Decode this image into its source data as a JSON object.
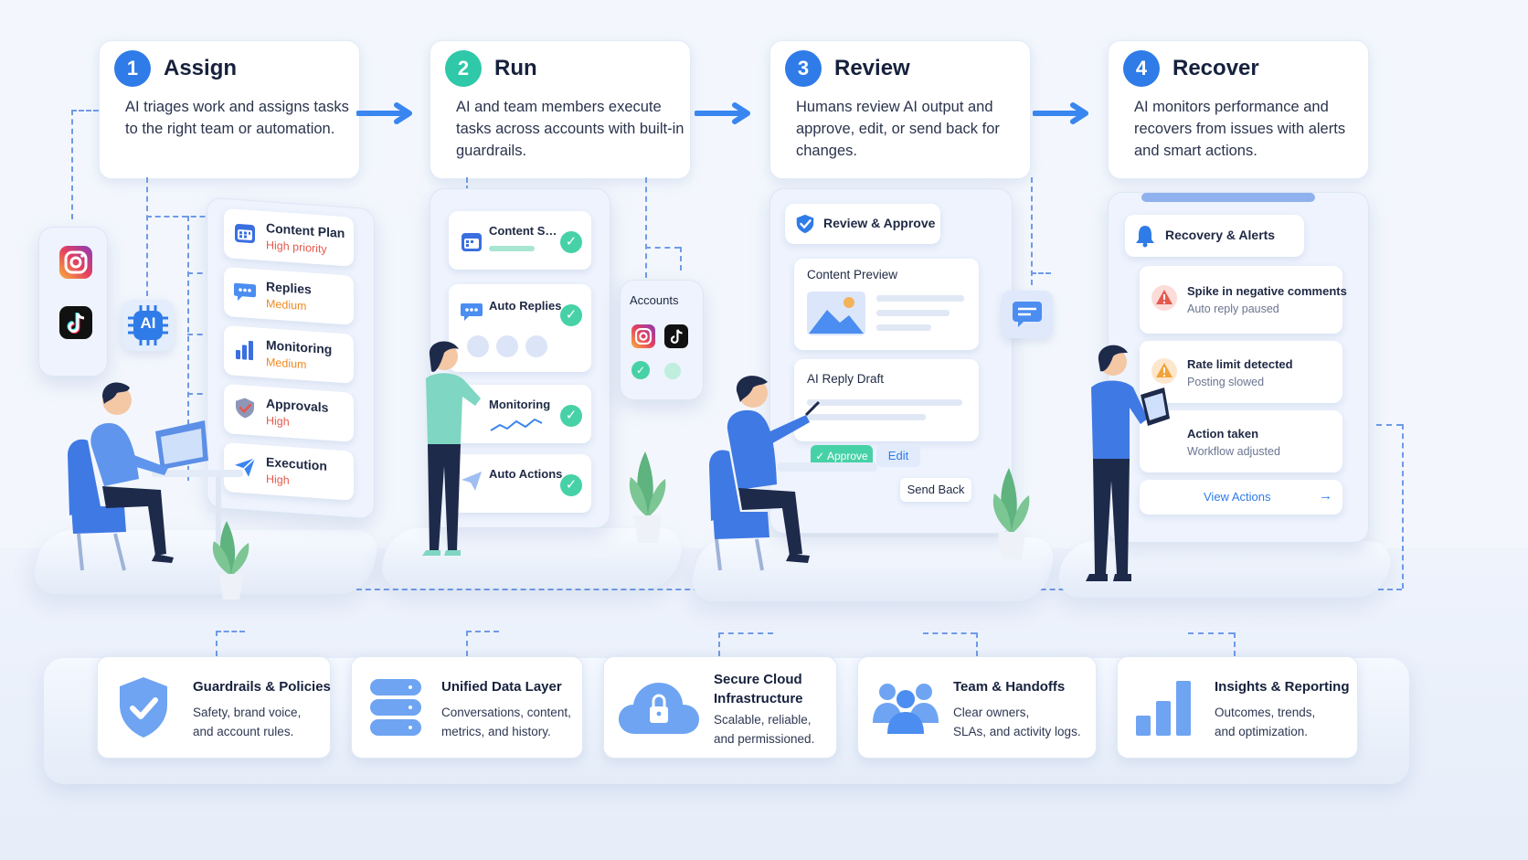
{
  "steps": [
    {
      "num": "1",
      "title": "Assign",
      "desc": "AI triages work and assigns tasks to the right team or automation."
    },
    {
      "num": "2",
      "title": "Run",
      "desc": "AI and team members execute tasks across accounts with built-in guardrails."
    },
    {
      "num": "3",
      "title": "Review",
      "desc": "Humans review AI output and approve, edit, or send back for changes."
    },
    {
      "num": "4",
      "title": "Recover",
      "desc": "AI monitors performance and recovers from issues with alerts and smart actions."
    }
  ],
  "assign": {
    "ai_badge": "AI",
    "tasks": [
      {
        "label": "Content Plan",
        "priority": "High priority"
      },
      {
        "label": "Replies",
        "priority": "Medium"
      },
      {
        "label": "Monitoring",
        "priority": "Medium"
      },
      {
        "label": "Approvals",
        "priority": "High"
      },
      {
        "label": "Execution",
        "priority": "High"
      }
    ]
  },
  "run": {
    "tasks": [
      "Content S…",
      "Auto Replies",
      "Monitoring",
      "Auto Actions"
    ],
    "accounts_label": "Accounts"
  },
  "review": {
    "header": "Review & Approve",
    "content_preview": "Content Preview",
    "ai_reply_draft": "AI Reply Draft",
    "approve": "✓ Approve",
    "edit": "Edit",
    "send_back": "Send Back"
  },
  "recover": {
    "header": "Recovery & Alerts",
    "alerts": [
      {
        "title": "Spike in negative comments",
        "sub": "Auto reply paused"
      },
      {
        "title": "Rate limit detected",
        "sub": "Posting slowed"
      },
      {
        "title": "Action taken",
        "sub": "Workflow adjusted"
      }
    ],
    "view_actions": "View Actions"
  },
  "foundation": [
    {
      "title": "Guardrails & Policies",
      "line1": "Safety, brand voice,",
      "line2": "and account rules."
    },
    {
      "title": "Unified Data Layer",
      "line1": "Conversations, content,",
      "line2": "metrics, and history."
    },
    {
      "title": "Secure Cloud",
      "title2": "Infrastructure",
      "line1": "Scalable, reliable,",
      "line2": "and permissioned."
    },
    {
      "title": "Team & Handoffs",
      "line1": "Clear owners,",
      "line2": "SLAs, and activity logs."
    },
    {
      "title": "Insights & Reporting",
      "line1": "Outcomes, trends,",
      "line2": "and optimization."
    }
  ],
  "colors": {
    "accent": "#2f7be8",
    "step1": "#2f7be8",
    "step2": "#2fc8a8",
    "check": "#47d1a6",
    "orange": "#f08a24"
  }
}
